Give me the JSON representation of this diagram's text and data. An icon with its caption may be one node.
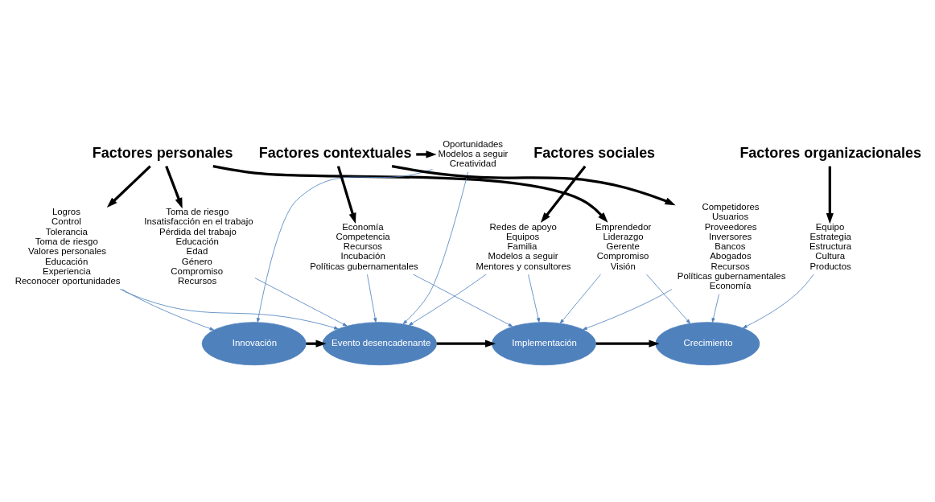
{
  "diagram": {
    "nodes": [
      {
        "text": [
          "Factores personales"
        ]
      },
      {
        "text": [
          "Logros",
          "Control",
          "Tolerancia",
          "Toma de riesgo",
          "Valores personales",
          "Educación",
          "Experiencia",
          "Reconocer oportunidades"
        ]
      },
      {
        "text": [
          "Toma de riesgo",
          "Insatisfacción en el trabajo",
          "Pérdida del trabajo",
          "Educación",
          "Edad",
          "Género",
          "Compromiso",
          "Recursos"
        ]
      },
      {
        "text": [
          "Factores sociales"
        ]
      },
      {
        "text": [
          "Redes de apoyo",
          "Equipos",
          "Familia",
          "Modelos a seguir",
          "Mentores y consultores"
        ]
      },
      {
        "text": [
          "Emprendedor",
          "Liderazgo",
          "Gerente",
          "Compromiso",
          "Visión"
        ]
      },
      {
        "text": [
          "Factores organizacionales"
        ]
      },
      {
        "text": [
          "Equipo",
          "Estrategia",
          "Estructura",
          "Cultura",
          "Productos"
        ]
      },
      {
        "text": [
          "Innovación"
        ]
      },
      {
        "text": [
          "Evento desencadenante"
        ]
      },
      {
        "text": [
          "Implementación"
        ]
      },
      {
        "text": [
          "Crecimiento"
        ]
      },
      {
        "text": [
          "Oportunidades",
          "Modelos a seguir",
          "Creatividad"
        ]
      },
      {
        "text": [
          "Factores contextuales"
        ]
      },
      {
        "text": [
          "Economía",
          "Competencia",
          "Recursos",
          "Incubación",
          "Políticas gubernamentales"
        ]
      },
      {
        "text": [
          "Competidores",
          "Usuarios",
          "Proveedores",
          "Inversores",
          "Bancos",
          "Abogados",
          "Recursos",
          "Políticas gubernamentales",
          "Economía"
        ]
      }
    ],
    "edges": [
      {
        "from": 0,
        "to": 1,
        "arrow": "to",
        "style": "thick",
        "color": "#000000"
      },
      {
        "from": 0,
        "to": 2,
        "arrow": "to",
        "style": "thick",
        "color": "#000000"
      },
      {
        "from": 0,
        "to": 5,
        "arrow": "to",
        "style": "thick",
        "color": "#000000"
      },
      {
        "from": 3,
        "to": 4,
        "arrow": "to",
        "style": "thick",
        "color": "#000000"
      },
      {
        "from": 6,
        "to": 7,
        "arrow": "to",
        "style": "thick",
        "color": "#000000"
      },
      {
        "from": 1,
        "to": 8,
        "arrow": "to"
      },
      {
        "from": 1,
        "to": 9,
        "arrow": "to"
      },
      {
        "from": 2,
        "to": 9,
        "arrow": "to"
      },
      {
        "from": 4,
        "to": 9,
        "arrow": "to"
      },
      {
        "from": 4,
        "to": 10,
        "arrow": "to"
      },
      {
        "from": 5,
        "to": 10,
        "arrow": "to"
      },
      {
        "from": 5,
        "to": 11,
        "arrow": "to"
      },
      {
        "from": 7,
        "to": 11,
        "arrow": "to"
      },
      {
        "from": 8,
        "to": 9,
        "arrow": "to",
        "style": "thick",
        "color": "#000000"
      },
      {
        "from": 9,
        "to": 10,
        "arrow": "to",
        "style": "thick",
        "color": "#000000"
      },
      {
        "from": 10,
        "to": 11,
        "arrow": "to",
        "style": "thick",
        "color": "#000000"
      },
      {
        "from": 12,
        "to": 8,
        "arrow": "to"
      },
      {
        "from": 12,
        "to": 9,
        "arrow": "to"
      },
      {
        "from": 14,
        "to": 9,
        "arrow": "to"
      },
      {
        "from": 14,
        "to": 10,
        "arrow": "to"
      },
      {
        "from": 15,
        "to": 10,
        "arrow": "to"
      },
      {
        "from": 15,
        "to": 11,
        "arrow": "to"
      },
      {
        "from": 13,
        "to": 12,
        "arrow": "to",
        "style": "thick",
        "color": "#000000"
      },
      {
        "from": 13,
        "to": 14,
        "arrow": "to",
        "style": "thick",
        "color": "#000000"
      },
      {
        "from": 13,
        "to": 15,
        "arrow": "to",
        "style": "thick",
        "color": "#000000"
      }
    ]
  }
}
